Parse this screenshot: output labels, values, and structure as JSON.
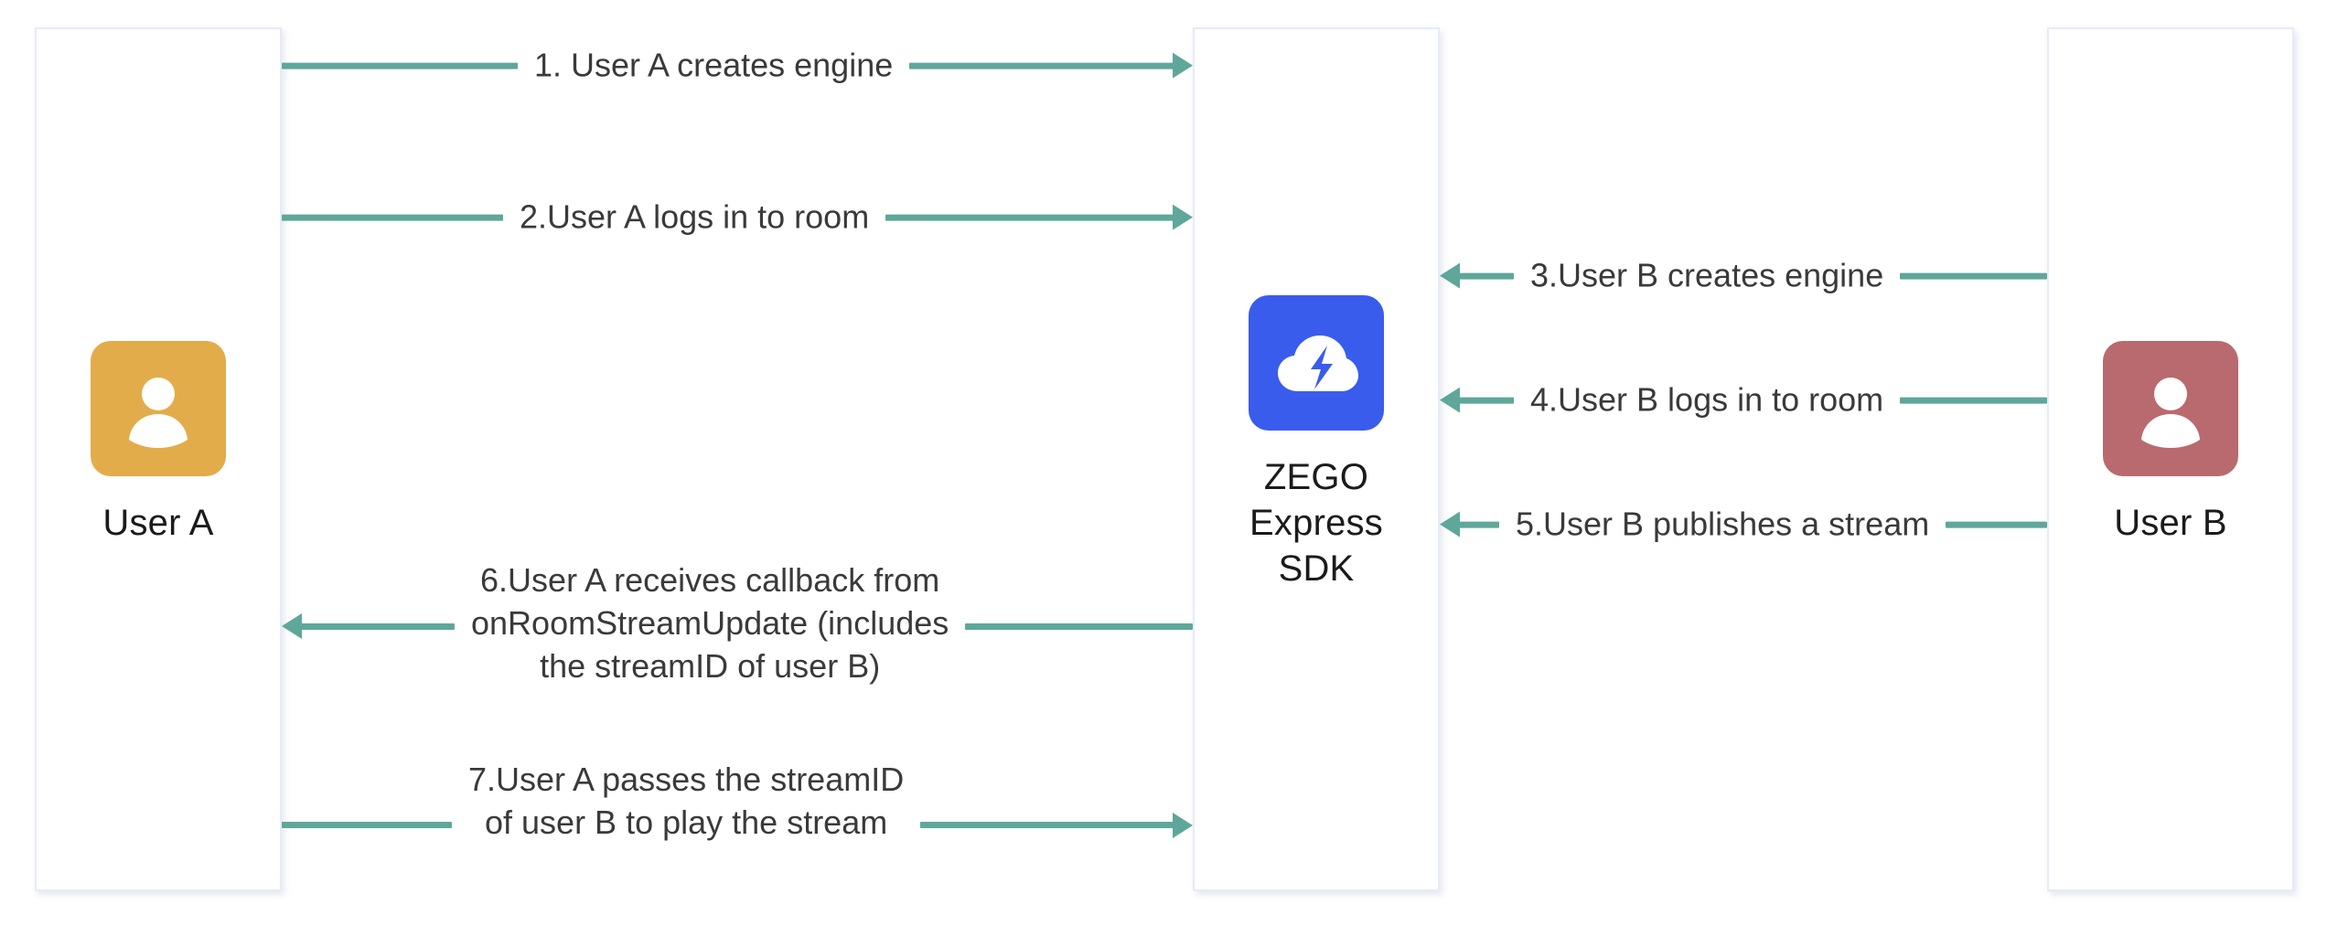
{
  "diagram": {
    "title": "ZEGO Express SDK stream publish and play sequence",
    "accent_arrow_color": "#5fa79a",
    "lane_border_color": "#e6ebfa",
    "text_color": "#3a3a3a"
  },
  "participants": [
    {
      "id": "user-a",
      "label": "User A",
      "avatar_icon": "person-avatar-icon",
      "avatar_color": "#e3ac4b"
    },
    {
      "id": "zego-sdk",
      "label": "ZEGO\nExpress\nSDK",
      "avatar_icon": "zego-cloud-bolt-logo-icon",
      "avatar_color": "#3a5ced"
    },
    {
      "id": "user-b",
      "label": "User B",
      "avatar_icon": "person-avatar-icon",
      "avatar_color": "#b96a6e"
    }
  ],
  "messages": [
    {
      "step": 1,
      "text": "1. User A creates engine",
      "from": "user-a",
      "to": "zego-sdk",
      "direction": "right"
    },
    {
      "step": 2,
      "text": "2.User A logs in to room",
      "from": "user-a",
      "to": "zego-sdk",
      "direction": "right"
    },
    {
      "step": 3,
      "text": "3.User B creates engine",
      "from": "user-b",
      "to": "zego-sdk",
      "direction": "left"
    },
    {
      "step": 4,
      "text": "4.User B logs in to room",
      "from": "user-b",
      "to": "zego-sdk",
      "direction": "left"
    },
    {
      "step": 5,
      "text": "5.User B publishes a stream",
      "from": "user-b",
      "to": "zego-sdk",
      "direction": "left"
    },
    {
      "step": 6,
      "text": "6.User A receives callback from\nonRoomStreamUpdate (includes\nthe streamID of user B)",
      "from": "zego-sdk",
      "to": "user-a",
      "direction": "left"
    },
    {
      "step": 7,
      "text": "7.User A passes the streamID\nof user B to play the stream",
      "from": "user-a",
      "to": "zego-sdk",
      "direction": "right"
    }
  ]
}
